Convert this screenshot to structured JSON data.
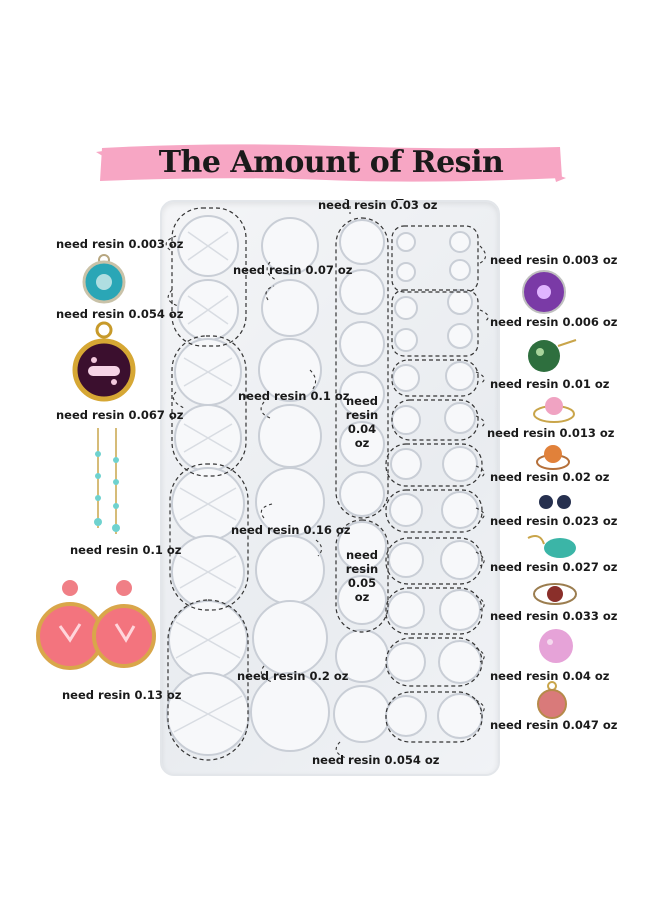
{
  "title": "The Amount of Resin Required",
  "colors": {
    "banner": "#f7a6c4",
    "dash": "#333333"
  },
  "labels": {
    "top_center": "need resin 0.03 oz",
    "left_1": "need resin 0.003 oz",
    "left_2": "need resin 0.054 oz",
    "left_3": "need resin 0.067 oz",
    "left_4": "need resin 0.1 oz",
    "left_5": "need resin 0.13 oz",
    "mid_1": "need resin 0.07 oz",
    "mid_2": "need resin 0.1 oz",
    "mid_3": "need resin 0.16 oz",
    "mid_4": "need resin 0.2 oz",
    "mid_5_line1": "need",
    "mid_5_line2": "resin",
    "mid_5_line3": "0.04 oz",
    "mid_6_line1": "need",
    "mid_6_line2": "resin",
    "mid_6_line3": "0.05 oz",
    "bottom_center": "need resin 0.054 oz",
    "right_1": "need resin 0.003 oz",
    "right_2": "need resin 0.006 oz",
    "right_3": "need resin 0.01 oz",
    "right_4": "need resin 0.013 oz",
    "right_5": "need resin 0.02 oz",
    "right_6": "need resin 0.023 oz",
    "right_7": "need resin 0.027 oz",
    "right_8": "need resin 0.033 oz",
    "right_9": "need resin 0.04 oz",
    "right_10": "need resin 0.047 oz"
  }
}
